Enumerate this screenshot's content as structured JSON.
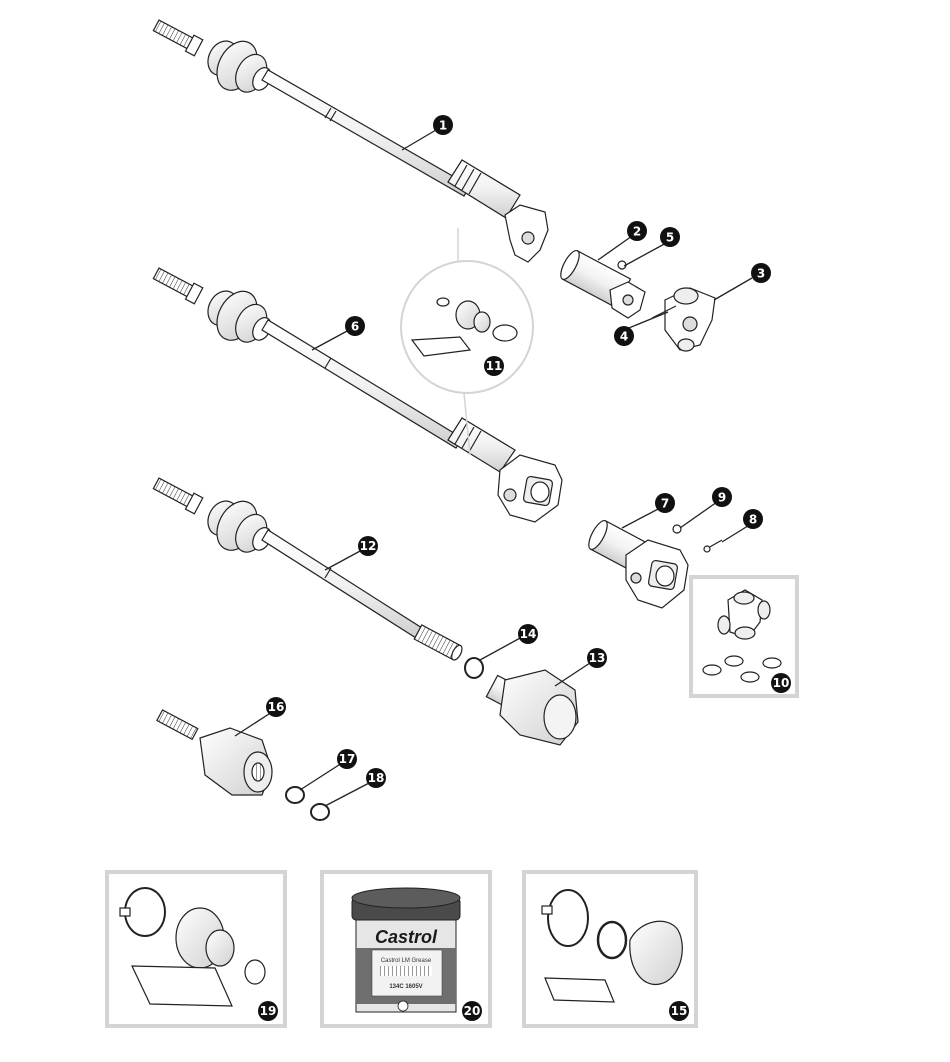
{
  "diagram": {
    "callouts": [
      {
        "id": "1",
        "label": "1"
      },
      {
        "id": "2",
        "label": "2"
      },
      {
        "id": "3",
        "label": "3"
      },
      {
        "id": "4",
        "label": "4"
      },
      {
        "id": "5",
        "label": "5"
      },
      {
        "id": "6",
        "label": "6"
      },
      {
        "id": "7",
        "label": "7"
      },
      {
        "id": "8",
        "label": "8"
      },
      {
        "id": "9",
        "label": "9"
      },
      {
        "id": "10",
        "label": "10"
      },
      {
        "id": "11",
        "label": "11"
      },
      {
        "id": "12",
        "label": "12"
      },
      {
        "id": "13",
        "label": "13"
      },
      {
        "id": "14",
        "label": "14"
      },
      {
        "id": "15",
        "label": "15"
      },
      {
        "id": "16",
        "label": "16"
      },
      {
        "id": "17",
        "label": "17"
      },
      {
        "id": "18",
        "label": "18"
      },
      {
        "id": "19",
        "label": "19"
      },
      {
        "id": "20",
        "label": "20"
      }
    ],
    "grease_tub": {
      "brand": "Castrol",
      "product": "Castrol LM Grease",
      "codes": "134C  1605V"
    },
    "colors": {
      "line": "#222222",
      "callout_fill": "#111111",
      "frame": "#d4d4d4",
      "tub_lid": "#4a4a4a",
      "tub_band": "#6e6e6e",
      "tub_body": "#e6e6e6"
    }
  }
}
